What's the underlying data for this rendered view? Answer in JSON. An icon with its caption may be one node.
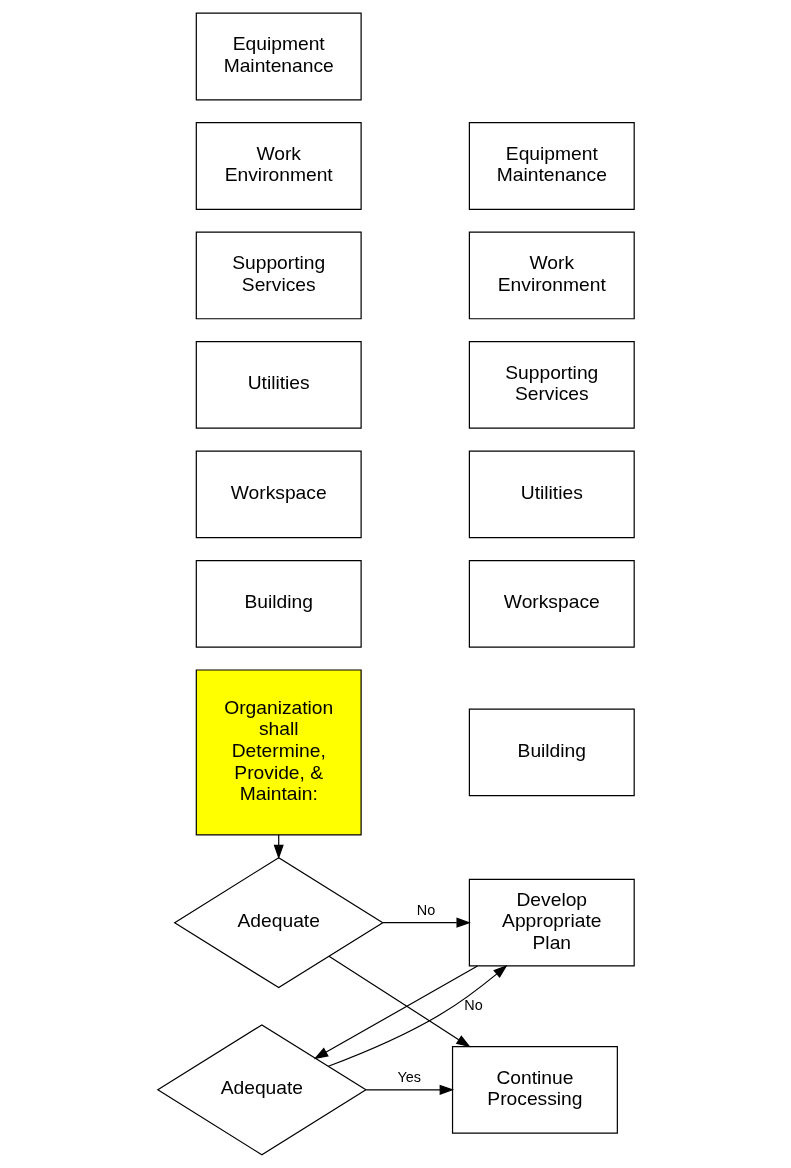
{
  "diagram": {
    "nodes": [
      {
        "text": [
          "Equipment Maintenance"
        ]
      },
      {
        "text": [
          "Work Environment"
        ]
      },
      {
        "text": [
          "Supporting Services"
        ]
      },
      {
        "text": [
          "Utilities"
        ]
      },
      {
        "text": [
          "Workspace"
        ]
      },
      {
        "text": [
          "Building"
        ]
      },
      {
        "text": [
          "Organization shall Determine, Provide, & Maintain:"
        ]
      },
      {
        "text": [
          "Equipment Maintenance"
        ]
      },
      {
        "text": [
          "Work Environment"
        ]
      },
      {
        "text": [
          "Supporting Services"
        ]
      },
      {
        "text": [
          "Utilities"
        ]
      },
      {
        "text": [
          "Workspace"
        ]
      },
      {
        "text": [
          "Building"
        ]
      },
      {
        "text": [
          "Adequate"
        ]
      },
      {
        "text": [
          "Develop Appropriate Plan"
        ]
      },
      {
        "text": [
          "Adequate"
        ]
      },
      {
        "text": [
          "Continue Processing"
        ]
      }
    ],
    "edges": [
      {
        "from": 6,
        "to": 13,
        "arrow": "to"
      },
      {
        "from": 13,
        "to": 14,
        "arrow": "to",
        "label": "No"
      },
      {
        "from": 13,
        "to": 16,
        "arrow": "to"
      },
      {
        "from": 14,
        "to": 15,
        "arrow": "to"
      },
      {
        "from": 15,
        "to": 16,
        "arrow": "to",
        "label": "Yes"
      },
      {
        "from": 15,
        "to": 14,
        "arrow": "to",
        "label": "No"
      }
    ]
  }
}
